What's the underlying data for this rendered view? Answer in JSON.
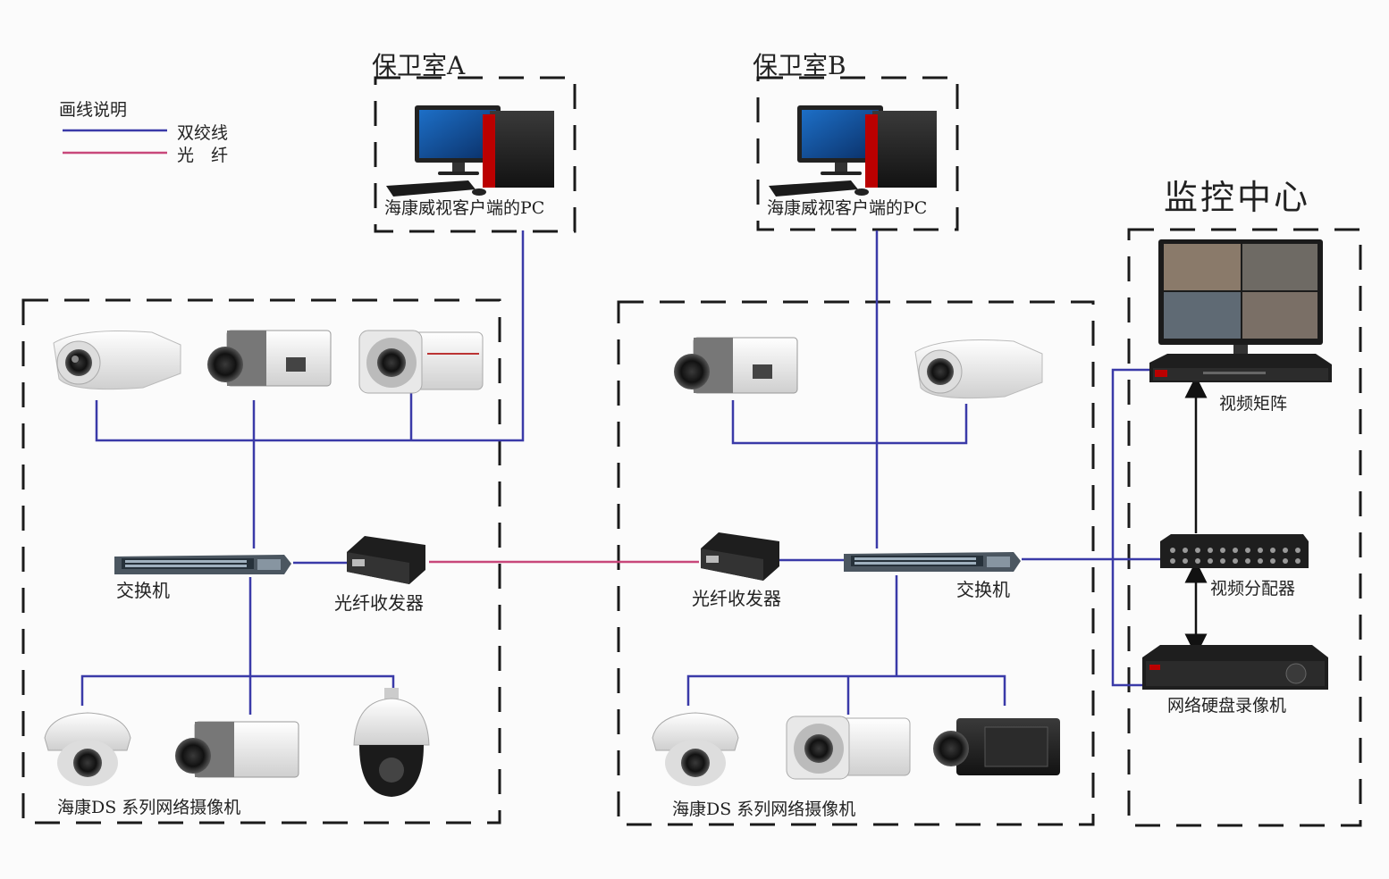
{
  "legend": {
    "title": "画线说明",
    "items": [
      {
        "label": "双绞线",
        "color": "#3a3aa8"
      },
      {
        "label": "光　纤",
        "color": "#c8477a"
      }
    ]
  },
  "rooms": {
    "a_title": "保卫室A",
    "b_title": "保卫室B",
    "pc_label": "海康威视客户端的PC"
  },
  "site_left": {
    "switch_label": "交换机",
    "transceiver_label": "光纤收发器",
    "cameras_label": "海康DS  系列网络摄像机"
  },
  "site_right": {
    "switch_label": "交换机",
    "transceiver_label": "光纤收发器",
    "cameras_label": "海康DS  系列网络摄像机"
  },
  "monitor_center": {
    "title": "监控中心",
    "matrix_label": "视频矩阵",
    "splitter_label": "视频分配器",
    "nvr_label": "网络硬盘录像机"
  },
  "colors": {
    "twisted_pair": "#3a3aa8",
    "fiber": "#c8477a",
    "dash": "#1a1a1a",
    "arrow": "#111111"
  }
}
